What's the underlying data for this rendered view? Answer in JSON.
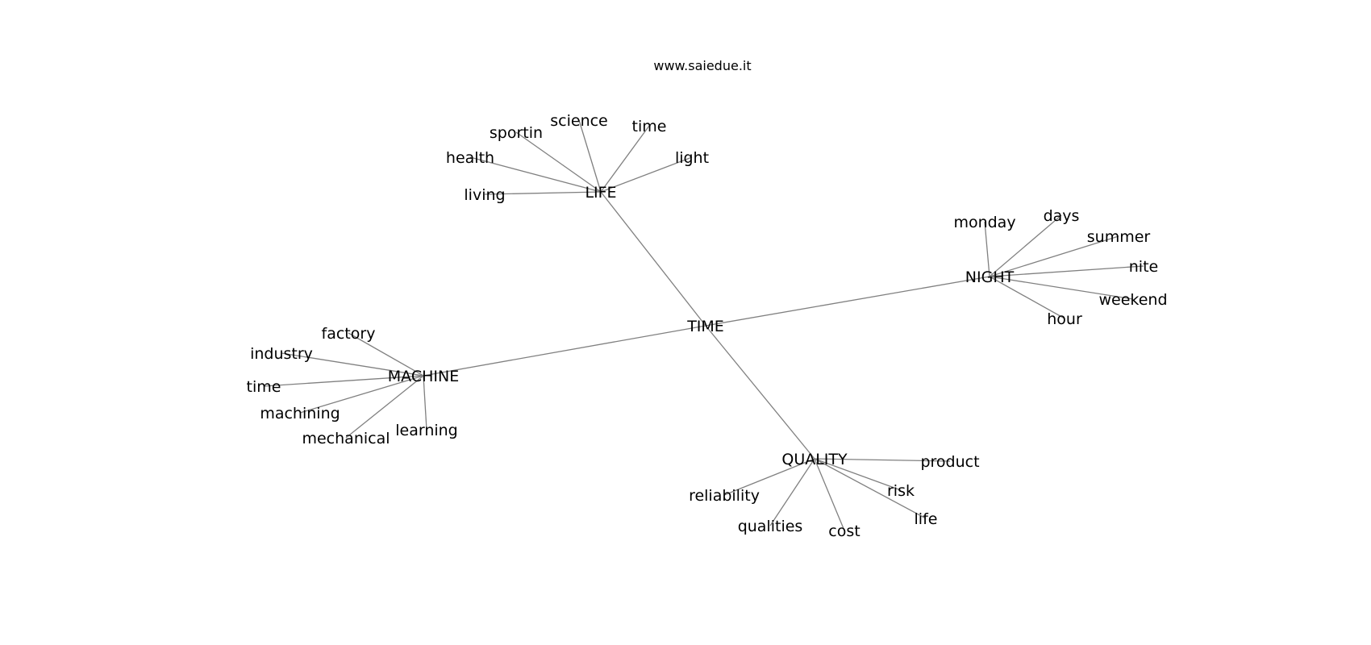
{
  "watermark": "www.saiedue.it",
  "graph": {
    "root": "TIME",
    "hubs": [
      {
        "label": "LIFE",
        "leaves": [
          "sportin",
          "science",
          "time",
          "light",
          "health",
          "living"
        ]
      },
      {
        "label": "NIGHT",
        "leaves": [
          "monday",
          "days",
          "summer",
          "nite",
          "weekend",
          "hour"
        ]
      },
      {
        "label": "MACHINE",
        "leaves": [
          "factory",
          "industry",
          "time",
          "machining",
          "mechanical",
          "learning"
        ]
      },
      {
        "label": "QUALITY",
        "leaves": [
          "product",
          "risk",
          "life",
          "cost",
          "qualities",
          "reliability"
        ]
      }
    ]
  }
}
